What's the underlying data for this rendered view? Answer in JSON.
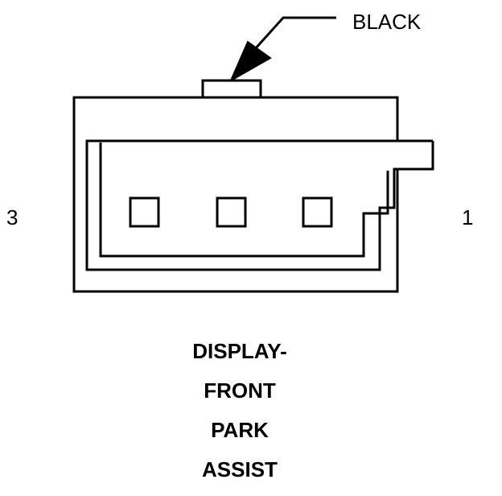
{
  "connector": {
    "color_label": "BLACK",
    "pin_left": "3",
    "pin_right": "1"
  },
  "title": {
    "lines": [
      "DISPLAY-",
      "FRONT",
      "PARK",
      "ASSIST"
    ]
  },
  "colors": {
    "stroke": "#000000",
    "background": "#ffffff"
  }
}
